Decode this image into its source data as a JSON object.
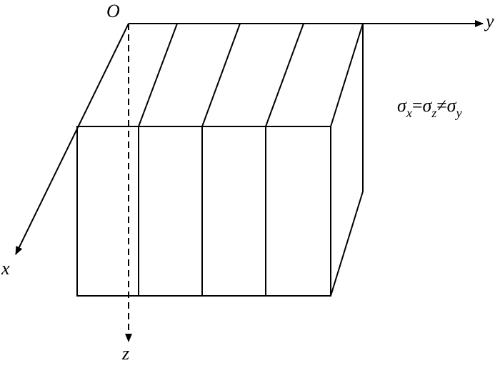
{
  "axes": {
    "origin_label": "O",
    "x_label": "x",
    "y_label": "y",
    "z_label": "z"
  },
  "equation": {
    "sigma": "σ",
    "sub_x": "x",
    "eq": "=",
    "sub_z": "z",
    "neq": "≠",
    "sub_y": "y"
  }
}
